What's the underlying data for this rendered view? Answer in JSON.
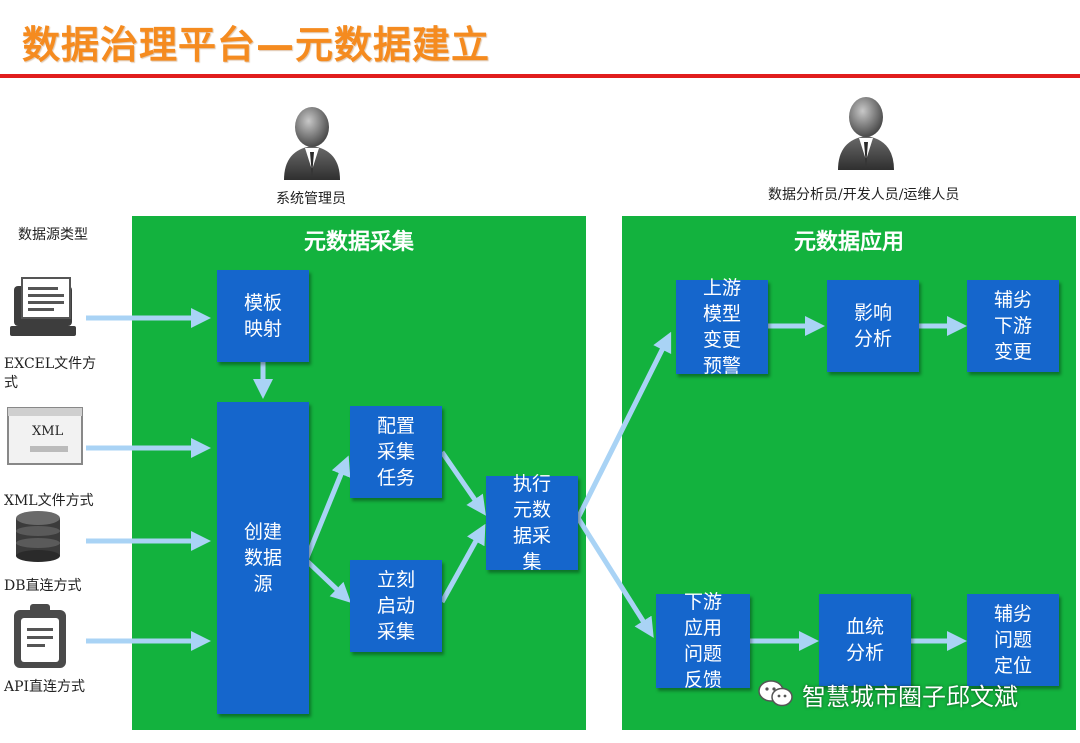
{
  "title": "数据治理平台—元数据建立",
  "roles": {
    "admin": "系统管理员",
    "users": "数据分析员/开发人员/运维人员"
  },
  "source_types": {
    "heading": "数据源类型",
    "excel": "EXCEL文件方\n式",
    "xml_icon_text": "XML",
    "xml": "XML文件方式",
    "db": "DB直连方式",
    "api": "API直连方式"
  },
  "collect_panel": {
    "title": "元数据采集",
    "template_mapping": "模板\n映射",
    "create_source": "创建\n数据\n源",
    "config_task": "配置\n采集\n任务",
    "start_now": "立刻\n启动\n采集",
    "execute": "执行\n元数\n据采\n集"
  },
  "apply_panel": {
    "title": "元数据应用",
    "upstream_warning": "上游\n模型\n变更\n预警",
    "impact_analysis": "影响\n分析",
    "assist_downstream": "辅劣\n下游\n变更",
    "downstream_feedback": "下游\n应用\n问题\n反馈",
    "lineage_analysis": "血统\n分析",
    "assist_locate": "辅劣\n问题\n定位"
  },
  "watermark": "智慧城市圈子邱文斌",
  "colors": {
    "title": "#f58b1f",
    "rule": "#e11d1d",
    "panel": "#13b23e",
    "box": "#1566cc",
    "arrow": "#a9d3f5"
  }
}
